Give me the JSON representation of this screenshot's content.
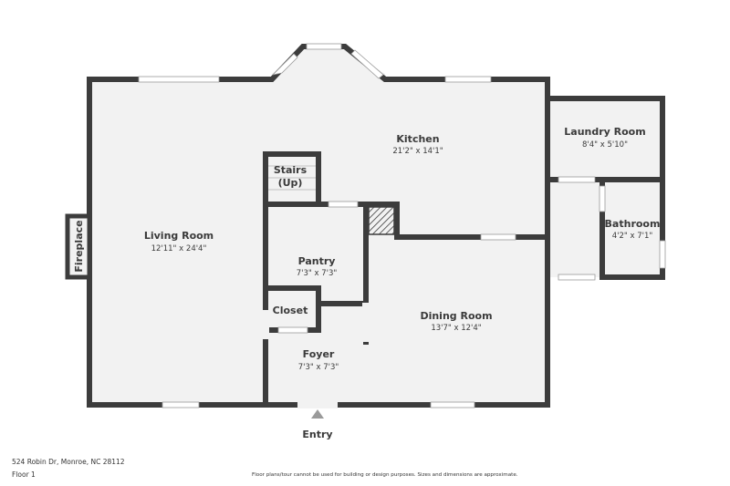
{
  "colors": {
    "wall": "#3c3c3c",
    "floor": "#f2f2f2",
    "window": "#ffffff",
    "entry_arrow": "#9a9a9a",
    "text": "#3a3a3a"
  },
  "rooms": {
    "kitchen": {
      "name": "Kitchen",
      "dims": "21'2\" x 14'1\""
    },
    "laundry": {
      "name": "Laundry Room",
      "dims": "8'4\" x 5'10\""
    },
    "living": {
      "name": "Living Room",
      "dims": "12'11\" x 24'4\""
    },
    "stairs": {
      "name": "Stairs",
      "sub": "(Up)"
    },
    "pantry": {
      "name": "Pantry",
      "dims": "7'3\" x 7'3\""
    },
    "bathroom": {
      "name": "Bathroom",
      "dims": "4'2\" x 7'1\""
    },
    "closet": {
      "name": "Closet"
    },
    "dining": {
      "name": "Dining Room",
      "dims": "13'7\" x 12'4\""
    },
    "foyer": {
      "name": "Foyer",
      "dims": "7'3\" x 7'3\""
    }
  },
  "fireplace_label": "Fireplace",
  "entry_label": "Entry",
  "footer": {
    "address": "524 Robin Dr, Monroe, NC 28112",
    "floor": "Floor 1",
    "disclaimer": "Floor plans/tour cannot be used for building or design purposes. Sizes and dimensions are approximate."
  }
}
